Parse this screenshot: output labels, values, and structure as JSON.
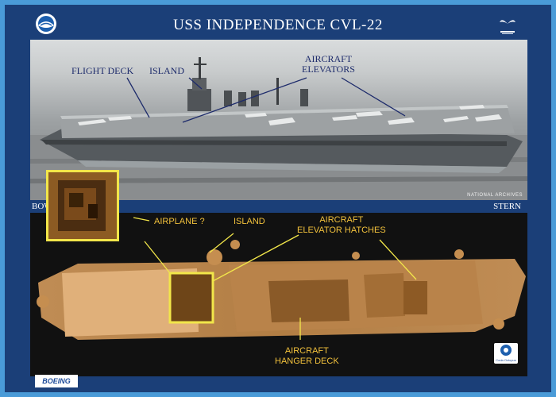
{
  "header": {
    "title": "USS INDEPENDENCE  CVL-22",
    "left_logo": "noaa-logo",
    "right_logo": "whale-tail-logo"
  },
  "top_photo": {
    "labels": {
      "flight_deck": "Flight Deck",
      "island": "Island",
      "aircraft_elevators": "Aircraft\nElevators"
    },
    "credit": "NATIONAL ARCHIVES"
  },
  "strip": {
    "bow": "BOW",
    "stern": "STERN"
  },
  "sonar": {
    "labels": {
      "airplane": "AIRPLANE ?",
      "island": "ISLAND",
      "elevator_hatches": "AIRCRAFT\nELEVATOR HATCHES",
      "hanger_deck": "AIRCRAFT\nHANGER DECK"
    }
  },
  "footer": {
    "left_logo": "BOEING",
    "right_logo": "Coda Octopus"
  },
  "colors": {
    "background": "#1b3f78",
    "border": "#4a9bd8",
    "photo_label": "#1d2b6b",
    "sonar_label": "#f2c13c",
    "highlight_box": "#f2e64a"
  }
}
